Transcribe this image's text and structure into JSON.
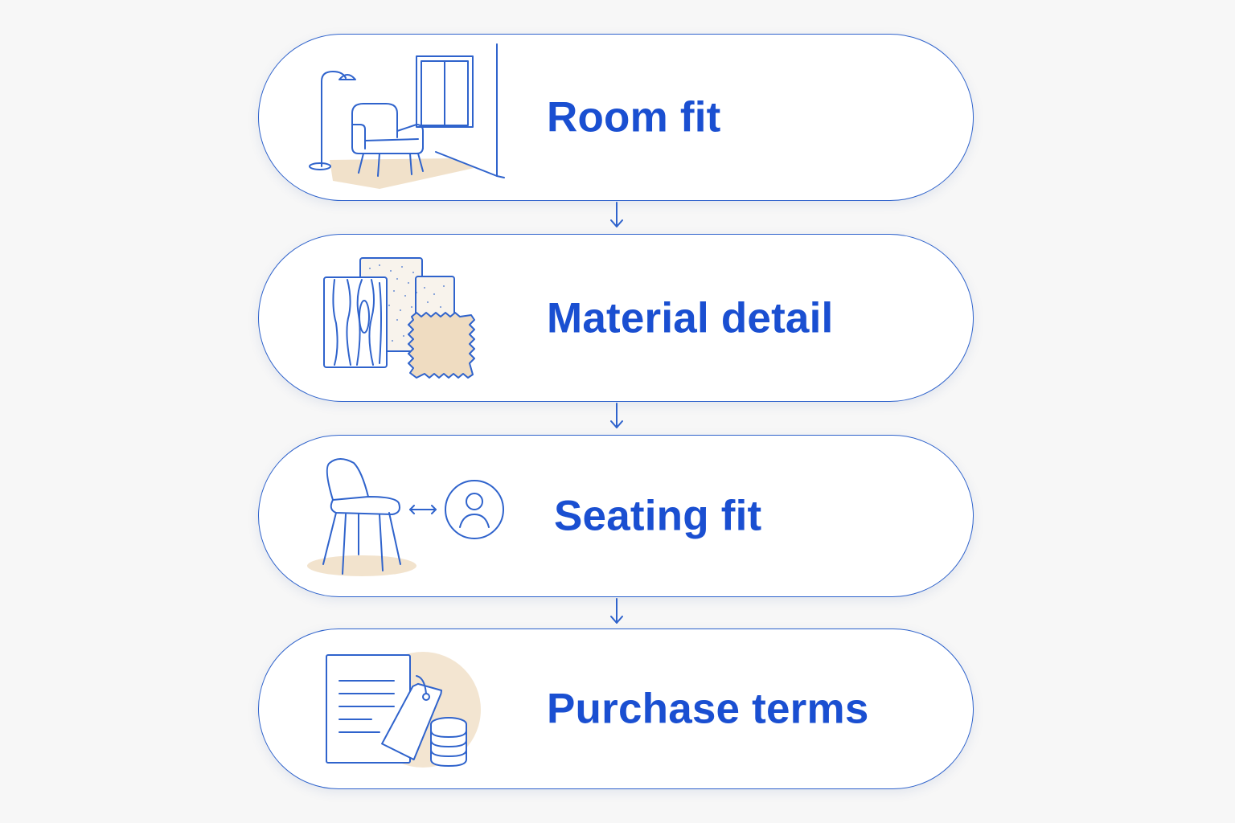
{
  "colors": {
    "accent": "#1a4fd1",
    "outline": "#2f63cc",
    "tan": "#efdcc1",
    "background": "#f7f7f7"
  },
  "steps": [
    {
      "label": "Room fit",
      "icon": "room-armchair-icon"
    },
    {
      "label": "Material detail",
      "icon": "material-swatches-icon"
    },
    {
      "label": "Seating fit",
      "icon": "chair-person-icon"
    },
    {
      "label": "Purchase terms",
      "icon": "document-tag-coins-icon"
    }
  ]
}
